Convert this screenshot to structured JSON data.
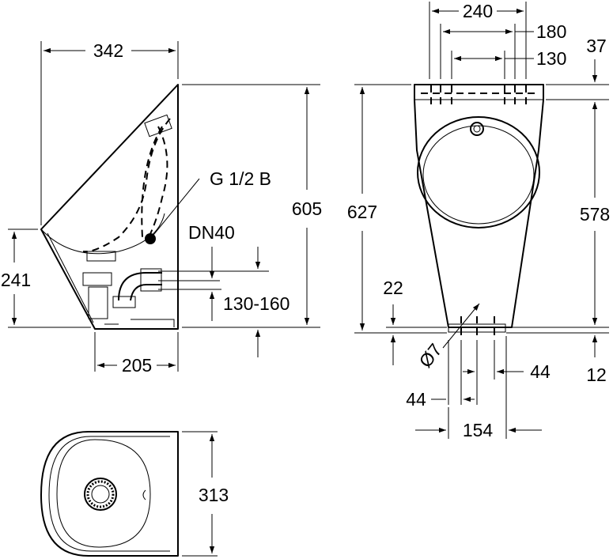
{
  "labels": {
    "side_width": "342",
    "side_height": "605",
    "side_inlet_height": "241",
    "side_depth": "205",
    "connection_thread": "G 1/2 B",
    "drain": "DN40",
    "drain_height": "130-160",
    "front_top_width": "240",
    "front_fix_spacing_outer": "180",
    "front_fix_spacing_inner": "130",
    "front_top_offset": "37",
    "front_total_height": "627",
    "front_height": "578",
    "front_bottom_offset": "22",
    "front_bottom_offset_right": "12",
    "front_hole_diameter": "Ø7",
    "front_fix_left": "44",
    "front_fix_right": "44",
    "front_bottom_width": "154",
    "top_depth": "313"
  }
}
